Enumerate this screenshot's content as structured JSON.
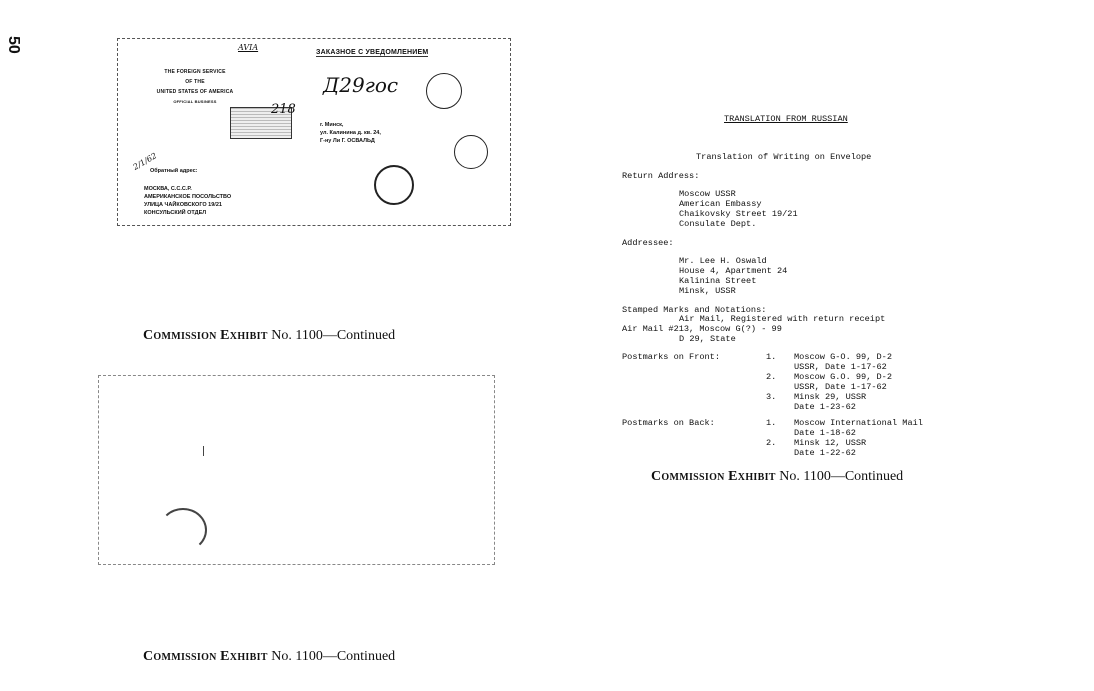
{
  "page_number": "50",
  "envelope_front": {
    "top_stamp": "AVIA",
    "header_stamp": "ЗАКАЗНОЕ С УВЕДОМЛЕНИЕМ",
    "sender_lines": [
      "THE FOREIGN SERVICE",
      "OF THE",
      "UNITED STATES OF AMERICA",
      "OFFICIAL BUSINESS"
    ],
    "handwritten_code": "Д29гос",
    "reg_number": "218",
    "address_lines": [
      "г. Минск,",
      "ул. Калинина д. кв. 24,",
      "Г-ну Ли Г. ОСВАЛЬД"
    ],
    "date_note": "2/1/62",
    "return_label": "Обратный адрес:",
    "return_lines": [
      "МОСКВА, С.С.С.Р.",
      "АМЕРИКАНСКОЕ ПОСОЛЬСТВО",
      "УЛИЦА ЧАЙКОВСКОГО 19/21",
      "КОНСУЛЬСКИЙ ОТДЕЛ"
    ]
  },
  "captions": {
    "prefix": "Commission",
    "label": "Exhibit",
    "text": "No. 1100—Continued"
  },
  "translation": {
    "title": "TRANSLATION FROM RUSSIAN",
    "subtitle": "Translation of Writing on Envelope",
    "return_address_label": "Return Address:",
    "return_address": [
      "Moscow USSR",
      "American Embassy",
      "Chaikovsky Street 19/21",
      "Consulate Dept."
    ],
    "addressee_label": "Addressee:",
    "addressee": [
      "Mr. Lee H. Oswald",
      "House 4, Apartment 24",
      "Kalinina Street",
      "Minsk, USSR"
    ],
    "stamped_label": "Stamped Marks and Notations:",
    "stamped_lines": [
      "Air Mail, Registered with return receipt",
      "Air Mail #213, Moscow G(?) - 99",
      "D 29, State"
    ],
    "postmarks_front_label": "Postmarks on Front:",
    "postmarks_front": [
      {
        "num": "1.",
        "lines": [
          "Moscow G-O. 99, D-2",
          "USSR, Date 1-17-62"
        ]
      },
      {
        "num": "2.",
        "lines": [
          "Moscow G.O. 99, D-2",
          "USSR, Date 1-17-62"
        ]
      },
      {
        "num": "3.",
        "lines": [
          "Minsk 29, USSR",
          "Date 1-23-62"
        ]
      }
    ],
    "postmarks_back_label": "Postmarks on Back:",
    "postmarks_back": [
      {
        "num": "1.",
        "lines": [
          "Moscow International Mail",
          "Date 1-18-62"
        ]
      },
      {
        "num": "2.",
        "lines": [
          "Minsk 12, USSR",
          "Date 1-22-62"
        ]
      }
    ]
  }
}
